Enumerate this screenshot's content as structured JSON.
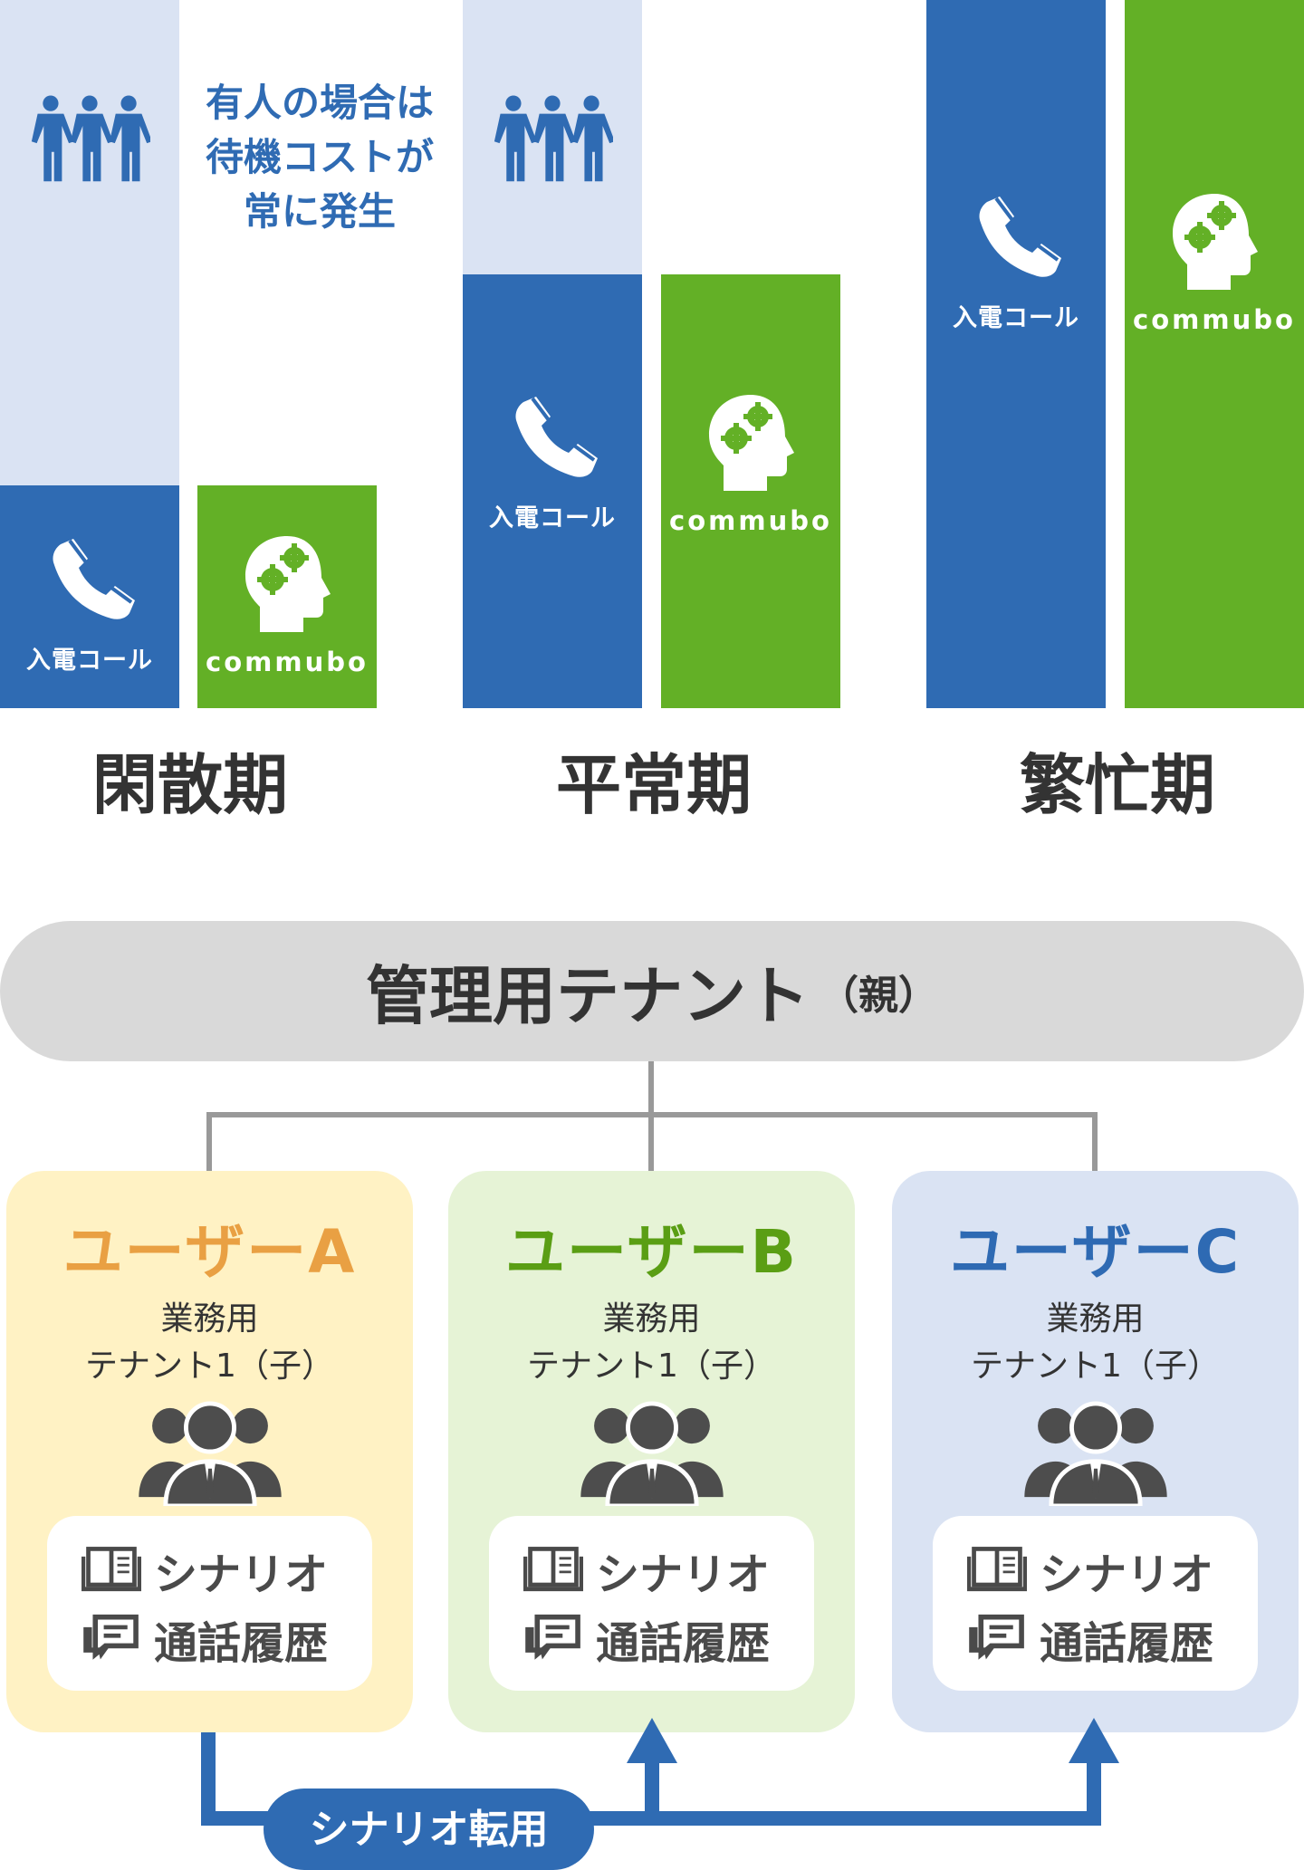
{
  "colors": {
    "blue": "#2f6bb3",
    "green": "#63b026",
    "light_blue": "#dae3f3",
    "orange": "#e9a043",
    "user_b_green": "#5a9e14",
    "user_c_blue": "#2e6ab3"
  },
  "top": {
    "note": [
      "有人の場合は",
      "待機コストが",
      "常に発生"
    ],
    "call_label": "入電コール",
    "logo_text": "commubo",
    "periods": [
      "閑散期",
      "平常期",
      "繁忙期"
    ]
  },
  "tree": {
    "parent_title": "管理用テナント",
    "parent_suffix": "（親）",
    "users": [
      {
        "title": "ユーザーA",
        "sub1": "業務用",
        "sub2": "テナント1（子）",
        "items": [
          "シナリオ",
          "通話履歴"
        ]
      },
      {
        "title": "ユーザーB",
        "sub1": "業務用",
        "sub2": "テナント1（子）",
        "items": [
          "シナリオ",
          "通話履歴"
        ]
      },
      {
        "title": "ユーザーC",
        "sub1": "業務用",
        "sub2": "テナント1（子）",
        "items": [
          "シナリオ",
          "通話履歴"
        ]
      }
    ],
    "transfer_label": "シナリオ転用"
  }
}
